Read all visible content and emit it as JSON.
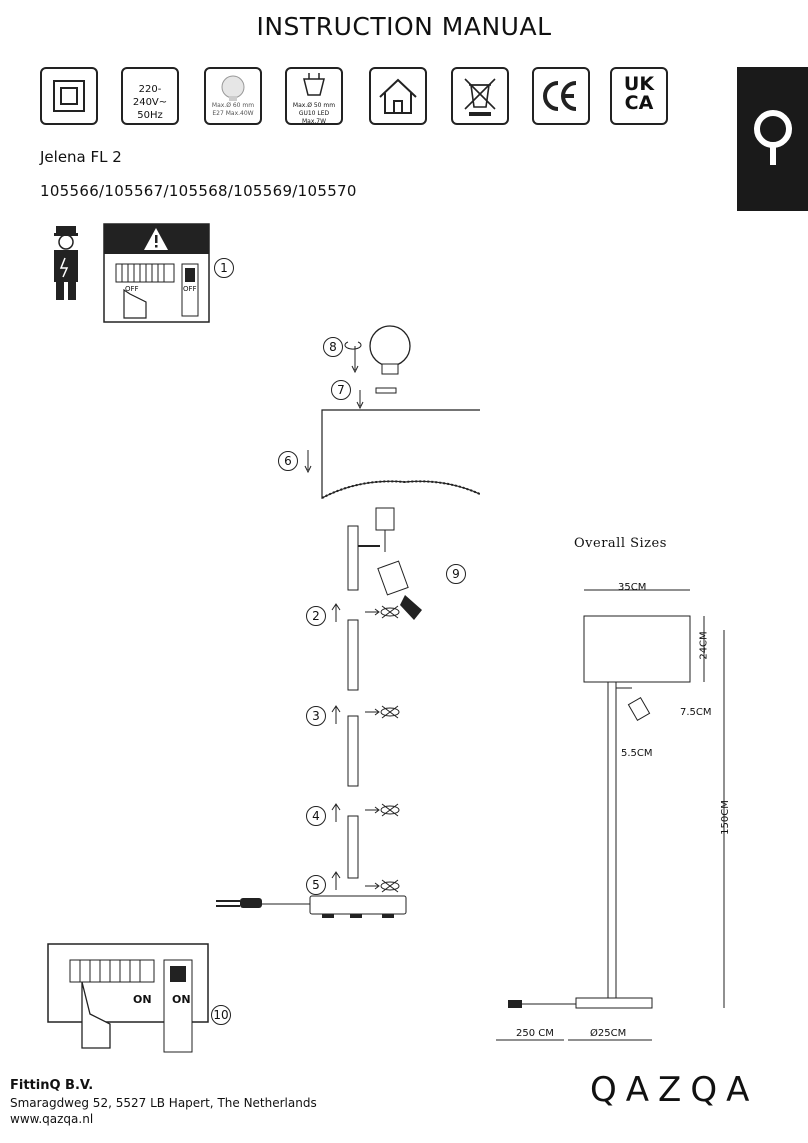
{
  "title": "INSTRUCTION MANUAL",
  "icons": {
    "voltage": [
      "220-240V~",
      "50Hz"
    ],
    "e27_text": [
      "Max.Ø 60 mm",
      "E27 Max.40W"
    ],
    "gu10_text": [
      "Max.Ø 50 mm",
      "GU10 LED Max.7W"
    ],
    "ukca": [
      "UK",
      "CA"
    ],
    "names": [
      "class-ii-icon",
      "voltage-icon",
      "e27-bulb-icon",
      "gu10-bulb-icon",
      "indoor-use-icon",
      "weee-bin-icon",
      "ce-mark-icon",
      "ukca-mark-icon"
    ]
  },
  "product": {
    "name": "Jelena FL 2",
    "codes": "105566/105567/105568/105569/105570"
  },
  "steps": {
    "s1": "1",
    "s2": "2",
    "s3": "3",
    "s4": "4",
    "s5": "5",
    "s6": "6",
    "s7": "7",
    "s8": "8",
    "s9": "9",
    "s10": "10"
  },
  "switch_labels": {
    "off1": "OFF",
    "off2": "OFF",
    "on1": "ON",
    "on2": "ON"
  },
  "overall": {
    "title": "Overall Sizes",
    "shade_width": "35CM",
    "shade_height": "24CM",
    "spot_a": "7.5CM",
    "spot_b": "5.5CM",
    "height": "150CM",
    "cable": "250 CM",
    "base": "Ø25CM"
  },
  "footer": {
    "company": "FittinQ B.V.",
    "address": "Smaragdweg 52, 5527 LB Hapert, The Netherlands",
    "website": "www.qazqa.nl",
    "brand": "QAZQA"
  }
}
